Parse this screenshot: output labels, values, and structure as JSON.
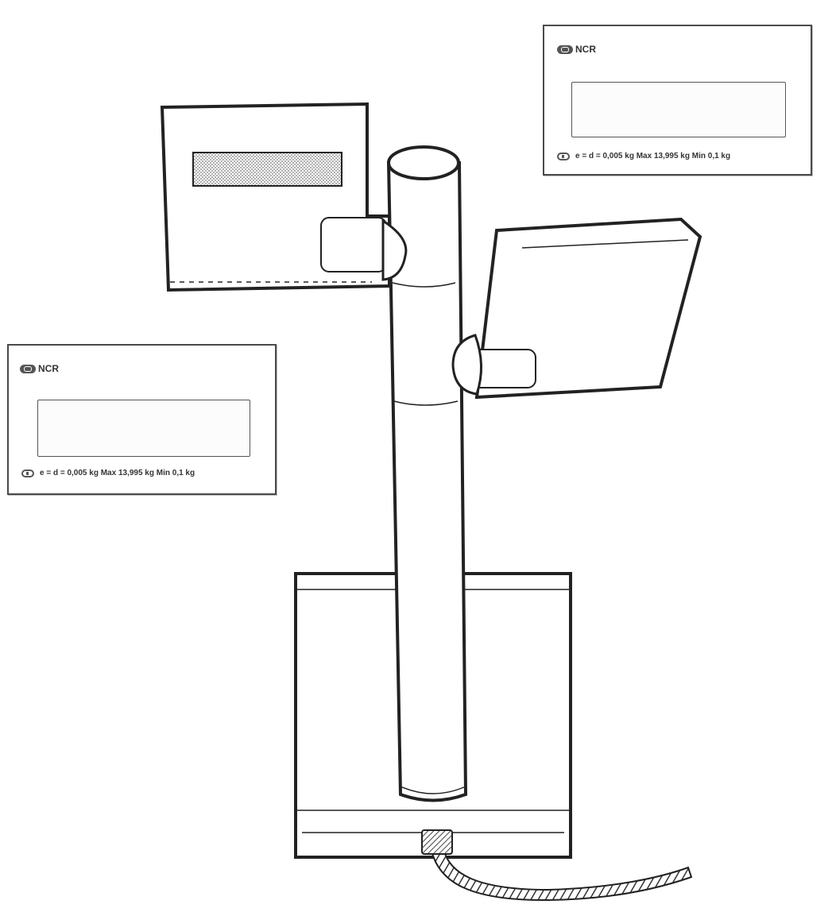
{
  "labels": {
    "top_right": {
      "brand": "NCR",
      "spec": "e = d = 0,005 kg  Max 13,995 kg  Min 0,1 kg"
    },
    "left": {
      "brand": "NCR",
      "spec": "e = d = 0,005 kg  Max 13,995 kg  Min 0,1 kg"
    }
  },
  "colors": {
    "line": "#222222",
    "hatch": "#888888"
  }
}
